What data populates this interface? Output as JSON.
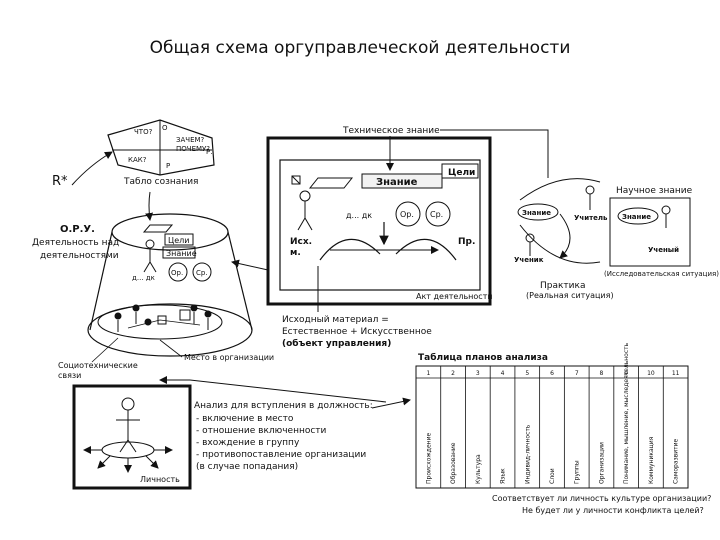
{
  "title": "Общая схема оргуправлеческой деятельности",
  "tablo": {
    "r_label": "R*",
    "tab_caption": "Табло сознания",
    "chto": "ЧТО?",
    "zachem": "ЗАЧЕМ?",
    "pochemu": "ПОЧЕМУ?",
    "kak": "КАК?",
    "o": "О",
    "p": "Р",
    "r": "Р."
  },
  "oru": {
    "title": "О.Р.У.",
    "line1": "Деятельность над",
    "line2": "деятельностями",
    "tseli": "Цели",
    "znanie": "Знание",
    "op": "Ор.",
    "sr": "Ср.",
    "d": "д... дк"
  },
  "tech": {
    "label": "Техническое знание",
    "tseli": "Цели",
    "znanie": "Знание",
    "op": "Ор.",
    "sr": "Ср.",
    "d": "д... дк",
    "isx1": "Исх.",
    "isx2": "м.",
    "pr": "Пр.",
    "akt": "Акт деятельности"
  },
  "scientific": {
    "label": "Научное знание",
    "znanie_left": "Знание",
    "znanie_right": "Знание",
    "uchitel": "Учитель",
    "uchenik": "Ученик",
    "ucheniy": "Ученый",
    "issl": "(Исследовательская ситуация)",
    "praktika": "Практика",
    "real": "(Реальная ситуация)"
  },
  "material": {
    "line1": "Исходный материал =",
    "line2": "Естественное + Искусственное",
    "line3": "(объект управления)"
  },
  "org": {
    "mesto": "Место в организации",
    "svyazi1": "Социотехнические",
    "svyazi2": "связи"
  },
  "entry": {
    "heading": "Анализ для вступления в должность:",
    "items": [
      "- включение в место",
      "- отношение включенности",
      "- вхождение в группу",
      "- противопоставление организации",
      "(в случае попадания)"
    ],
    "lichnost": "Личность"
  },
  "table": {
    "title": "Таблица планов анализа",
    "numbers": [
      "1",
      "2",
      "3",
      "4",
      "5",
      "6",
      "7",
      "8",
      "9",
      "10",
      "11"
    ],
    "columns": [
      "Происхождение",
      "Образование",
      "Культура",
      "Язык",
      "Индивид-личность",
      "Слои",
      "Группы",
      "Организации",
      "Понимание, мышление, мыследеятельность",
      "Коммуникация",
      "Саморазвитие"
    ],
    "q1": "Соответствует ли личность культуре организации?",
    "q2": "Не будет ли у личности конфликта целей?"
  }
}
